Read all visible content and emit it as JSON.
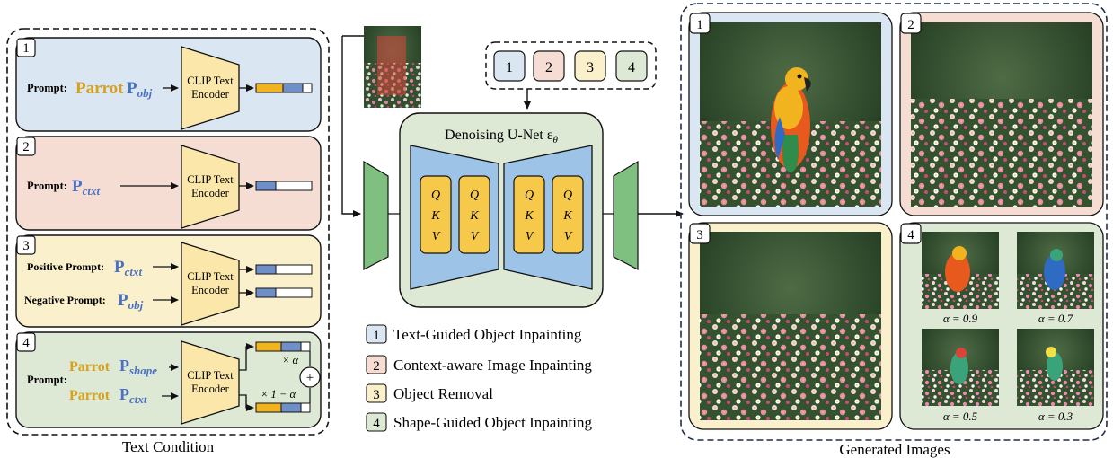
{
  "colors": {
    "blue_bg": "#dbe6f3",
    "salmon_bg": "#f6ddd3",
    "yellow_bg": "#fbf0cc",
    "green_bg": "#dde9d5",
    "encoder_fill": "#fbe7aa",
    "qkv_fill": "#f6c94a",
    "unet_fill": "#9dc3e6",
    "unet_outer": "#dde9d5",
    "green_block": "#7fbf7f",
    "gold_text": "#d7a11c",
    "blue_text": "#4a72c4",
    "token_gold": "#f2b41e",
    "token_blue": "#6f8fc9"
  },
  "text_condition": {
    "caption": "Text Condition",
    "panels": [
      {
        "num": "1",
        "prompt_label": "Prompt:",
        "word": "Parrot",
        "token": "P",
        "sub": "obj",
        "encoder_line1": "CLIP Text",
        "encoder_line2": "Encoder"
      },
      {
        "num": "2",
        "prompt_label": "Prompt:",
        "token": "P",
        "sub": "ctxt",
        "encoder_line1": "CLIP Text",
        "encoder_line2": "Encoder"
      },
      {
        "num": "3",
        "pos_label": "Positive Prompt:",
        "pos_token": "P",
        "pos_sub": "ctxt",
        "neg_label": "Negative Prompt:",
        "neg_token": "P",
        "neg_sub": "obj",
        "encoder_line1": "CLIP Text",
        "encoder_line2": "Encoder"
      },
      {
        "num": "4",
        "prompt_label": "Prompt:",
        "word1": "Parrot",
        "token1": "P",
        "sub1": "shape",
        "word2": "Parrot",
        "token2": "P",
        "sub2": "ctxt",
        "encoder_line1": "CLIP Text",
        "encoder_line2": "Encoder",
        "w_top": "× α",
        "w_bottom": "× 1 − α",
        "plus": "+"
      }
    ]
  },
  "task_selector": [
    "1",
    "2",
    "3",
    "4"
  ],
  "unet": {
    "title": "Denoising U-Net ε",
    "title_sub": "θ",
    "qkv": [
      "Q",
      "K",
      "V"
    ]
  },
  "legend": [
    {
      "num": "1",
      "label": "Text-Guided Object Inpainting"
    },
    {
      "num": "2",
      "label": "Context-aware Image Inpainting"
    },
    {
      "num": "3",
      "label": "Object Removal"
    },
    {
      "num": "4",
      "label": "Shape-Guided Object Inpainting"
    }
  ],
  "generated": {
    "caption": "Generated Images",
    "panels": [
      "1",
      "2",
      "3",
      "4"
    ],
    "alphas": [
      "α = 0.9",
      "α = 0.7",
      "α = 0.5",
      "α = 0.3"
    ]
  }
}
